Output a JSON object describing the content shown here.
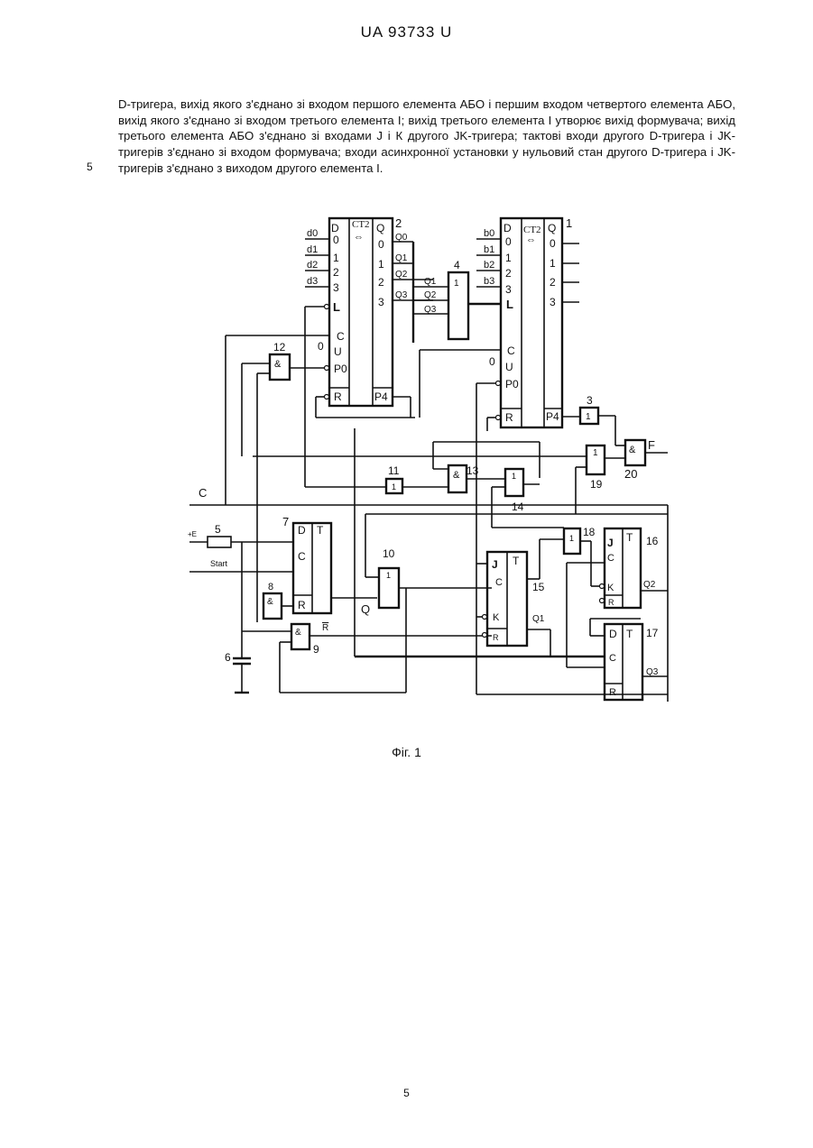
{
  "header": {
    "doc_id": "UA   93733   U"
  },
  "paragraph": {
    "text": "D-тригера, вихід якого з'єднано зі входом першого елемента АБО і першим входом четвертого елемента АБО, вихід якого з'єднано зі входом третього елемента І; вихід третього елемента І утворює вихід формувача; вихід третього елемента АБО з'єднано зі входами J і К другого JK-тригера; тактові входи другого D-тригера і JK-тригерів з'єднано зі входом формувача; входи асинхронної установки у нульовий стан другого D-тригера і JK-тригерів з'єднано з виходом другого елемента І.",
    "line_number": "5"
  },
  "figure": {
    "counter_left": {
      "number": "2",
      "title": "CT2",
      "inputs": [
        "d0",
        "d1",
        "d2",
        "d3"
      ],
      "pins_left": [
        "D",
        "0",
        "1",
        "2",
        "3",
        "L",
        "C",
        "U",
        "P0",
        "R"
      ],
      "pins_right": [
        "Q",
        "0",
        "1",
        "2",
        "3",
        "P4"
      ],
      "outputs": [
        "Q0",
        "Q1",
        "Q2",
        "Q3"
      ],
      "const_zero": "0"
    },
    "counter_right": {
      "number": "1",
      "title": "CT2",
      "inputs": [
        "b0",
        "b1",
        "b2",
        "b3"
      ],
      "pins_left": [
        "D",
        "0",
        "1",
        "2",
        "3",
        "L",
        "C",
        "U",
        "P0",
        "R"
      ],
      "pins_right": [
        "Q",
        "0",
        "1",
        "2",
        "3",
        "P4"
      ],
      "const_zero": "0"
    },
    "gates": {
      "g4": {
        "number": "4",
        "symbol": "1",
        "inputs": [
          "Q1",
          "Q2",
          "Q3"
        ]
      },
      "g3": {
        "number": "3",
        "symbol": "1"
      },
      "g20": {
        "number": "20",
        "symbol": "&",
        "output": "F"
      },
      "g19": {
        "number": "19",
        "symbol": "1"
      },
      "g12": {
        "number": "12",
        "symbol": "&"
      },
      "g11": {
        "number": "11",
        "symbol": "1"
      },
      "g13": {
        "number": "13",
        "symbol": "&"
      },
      "g14": {
        "number": "14",
        "symbol": "1"
      },
      "g18": {
        "number": "18",
        "symbol": "1"
      },
      "g10": {
        "number": "10",
        "symbol": "1",
        "output": "Q"
      },
      "g8": {
        "number": "8",
        "symbol": "&"
      },
      "g9": {
        "number": "9",
        "symbol": "&",
        "label": "R"
      }
    },
    "input_c": "C",
    "power": "+E",
    "resistor": "5",
    "capacitor": "6",
    "start": "Start",
    "dff7": {
      "number": "7",
      "pins": [
        "D",
        "C",
        "R"
      ],
      "title": "T"
    },
    "jk15": {
      "number": "15",
      "pins": [
        "J",
        "C",
        "K",
        "R"
      ],
      "title": "T",
      "output": "Q1"
    },
    "jk16": {
      "number": "16",
      "pins": [
        "J",
        "C",
        "K",
        "R"
      ],
      "title": "T",
      "output": "Q2"
    },
    "dff17": {
      "number": "17",
      "pins": [
        "D",
        "C",
        "R"
      ],
      "title": "T",
      "output": "Q3"
    }
  },
  "caption": "Фіг. 1",
  "page_number": "5"
}
